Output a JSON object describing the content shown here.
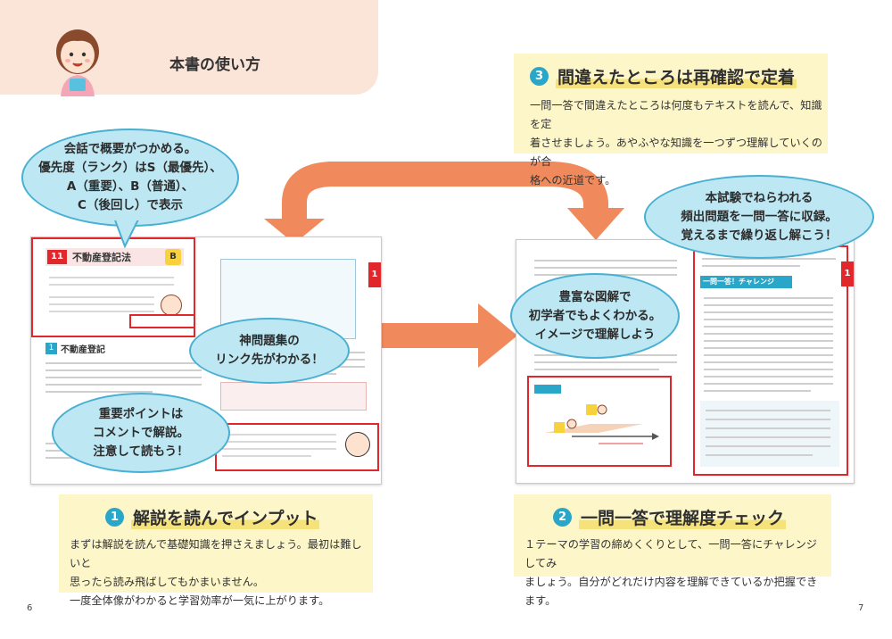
{
  "header": {
    "title": "本書の使い方"
  },
  "panel3": {
    "number": "3",
    "title": "間違えたところは再確認で定着",
    "body": [
      "一問一答で間違えたところは何度もテキストを読んで、知識を定",
      "着させましょう。あやふやな知識を一つずつ理解していくのが合",
      "格への近道です。"
    ]
  },
  "panel1": {
    "number": "1",
    "title": "解説を読んでインプット",
    "body": [
      "まずは解説を読んで基礎知識を押さえましょう。最初は難しいと",
      "思ったら読み飛ばしてもかまいません。",
      "一度全体像がわかると学習効率が一気に上がります。"
    ]
  },
  "panel2": {
    "number": "2",
    "title": "一問一答で理解度チェック",
    "body": [
      "１テーマの学習の締めくくりとして、一問一答にチャレンジしてみ",
      "ましょう。自分がどれだけ内容を理解できているか把握できます。"
    ]
  },
  "bubbles": {
    "rank": [
      "会話で概要がつかめる。",
      "優先度（ランク）はS（最優先）、",
      "A（重要）、B（普通）、",
      "C（後回し）で表示"
    ],
    "link": [
      "神問題集の",
      "リンク先がわかる！"
    ],
    "points": [
      "重要ポイントは",
      "コメントで解説。",
      "注意して読もう！"
    ],
    "diagram": [
      "豊富な図解で",
      "初学者でもよくわかる。",
      "イメージで理解しよう"
    ],
    "exam": [
      "本試験でねらわれる",
      "頻出問題を一問一答に収録。",
      "覚えるまで繰り返し解こう！"
    ]
  },
  "book_left": {
    "chapter_no": "11",
    "chapter_title": "不動産登記法",
    "rank": "B",
    "section": "1",
    "section_title": "不動産登記"
  },
  "book_right": {
    "chapter_no": "1",
    "challenge": "一問一答！チャレンジ"
  },
  "page_numbers": {
    "left": "6",
    "right": "7"
  },
  "colors": {
    "accent_red": "#e1272c",
    "accent_orange": "#f08a5d",
    "bubble_blue": "#bde7f3",
    "panel_yellow": "#fdf6c9"
  }
}
